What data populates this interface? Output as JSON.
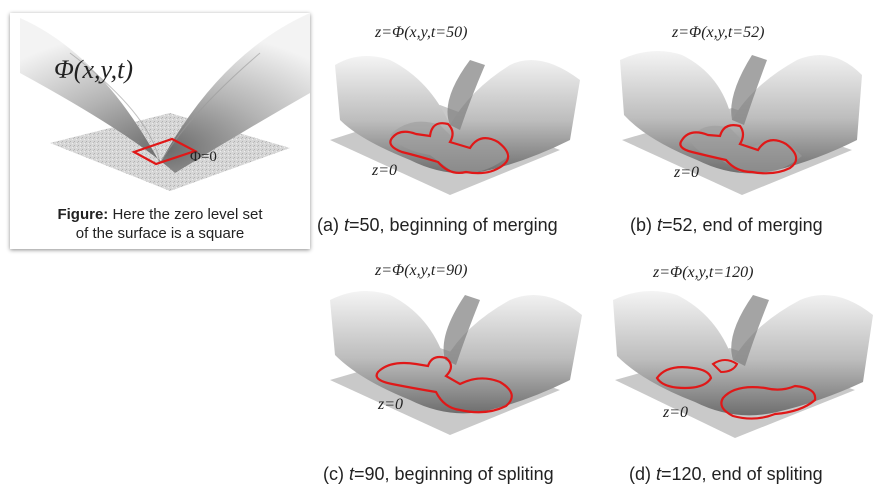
{
  "figure": {
    "phi_label": "Φ(x,y,t)",
    "phi_zero_label": "Φ=0",
    "caption_bold": "Figure:",
    "caption_line1": " Here the zero level set",
    "caption_line2": "of the surface is a square"
  },
  "panels": [
    {
      "id": "a",
      "surface_label": "z=Φ(x,y,t=50)",
      "plane_label": "z=0",
      "caption_prefix": "(a) ",
      "caption_t": "t",
      "caption_rest": "=50, beginning of merging"
    },
    {
      "id": "b",
      "surface_label": "z=Φ(x,y,t=52)",
      "plane_label": "z=0",
      "caption_prefix": "(b) ",
      "caption_t": "t",
      "caption_rest": "=52, end of merging"
    },
    {
      "id": "c",
      "surface_label": "z=Φ(x,y,t=90)",
      "plane_label": "z=0",
      "caption_prefix": "(c) ",
      "caption_t": "t",
      "caption_rest": "=90, beginning of spliting"
    },
    {
      "id": "d",
      "surface_label": "z=Φ(x,y,t=120)",
      "plane_label": "z=0",
      "caption_prefix": "(d) ",
      "caption_t": "t",
      "caption_rest": "=120, end of spliting"
    }
  ],
  "colors": {
    "contour": "#e01818",
    "plane": "#c8c8c8",
    "surface_dark": "#7a7a7a",
    "surface_light": "#f2f2f2"
  }
}
